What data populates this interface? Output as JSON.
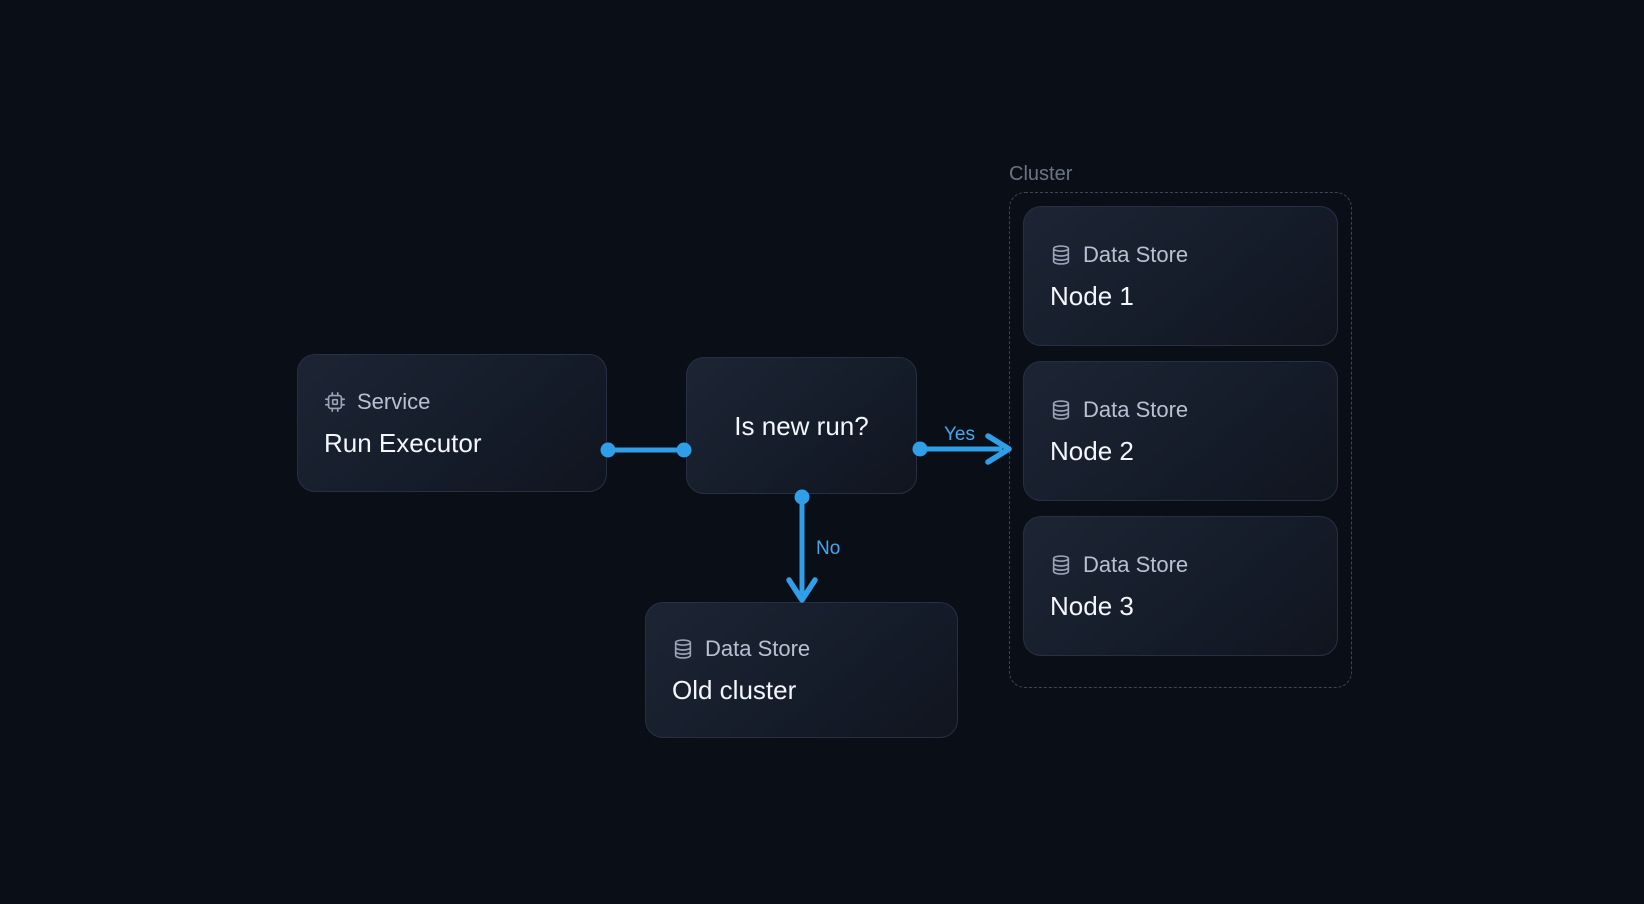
{
  "diagram": {
    "cluster": {
      "label": "Cluster",
      "items": [
        {
          "type_label": "Data Store",
          "title": "Node 1",
          "icon": "database-icon"
        },
        {
          "type_label": "Data Store",
          "title": "Node 2",
          "icon": "database-icon"
        },
        {
          "type_label": "Data Store",
          "title": "Node 3",
          "icon": "database-icon"
        }
      ]
    },
    "nodes": {
      "service": {
        "type_label": "Service",
        "title": "Run Executor",
        "icon": "cpu-icon"
      },
      "decision": {
        "title": "Is new run?"
      },
      "old_cluster": {
        "type_label": "Data Store",
        "title": "Old cluster",
        "icon": "database-icon"
      }
    },
    "edges": {
      "yes_label": "Yes",
      "no_label": "No"
    }
  },
  "colors": {
    "background": "#0a0e17",
    "node_fill_top": "#1d2534",
    "node_fill_bottom": "#10151f",
    "node_border": "#273043",
    "edge_accent": "#2f9fe8",
    "edge_label": "#45a8ef",
    "type_label_text": "#b8c1cf",
    "title_text": "#f3f6fb",
    "icon": "#9aa4b6",
    "cluster_border": "#3d4657",
    "cluster_label_text": "#6b7485"
  }
}
